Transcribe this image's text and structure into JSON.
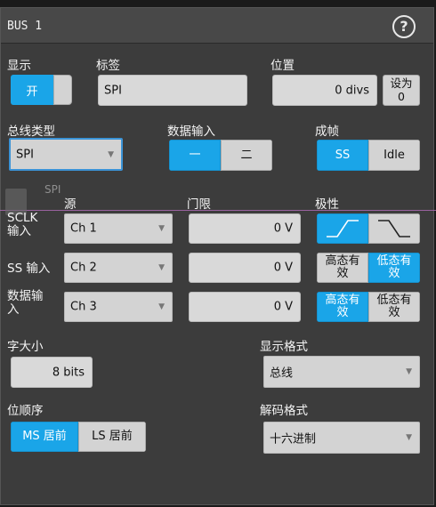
{
  "window": {
    "title": "BUS 1",
    "help_icon": "question-circle-icon"
  },
  "display": {
    "label": "显示",
    "toggle_label": "开"
  },
  "tag": {
    "label": "标签",
    "value": "SPI"
  },
  "position": {
    "label": "位置",
    "value": "0 divs",
    "set_zero_label": "设为\n0"
  },
  "bus_type": {
    "label": "总线类型",
    "value": "SPI"
  },
  "data_inputs": {
    "label": "数据输入",
    "options": [
      "一",
      "二"
    ],
    "selected": "一"
  },
  "framing": {
    "label": "成帧",
    "options": [
      "SS",
      "Idle"
    ],
    "selected": "SS"
  },
  "ghost_label": "SPI",
  "columns": {
    "source": "源",
    "threshold": "门限",
    "polarity": "极性"
  },
  "signals": [
    {
      "label": "SCLK\n输入",
      "source": "Ch 1",
      "threshold": "0 V",
      "polarity": [
        "rising-edge-icon",
        "falling-edge-icon"
      ],
      "selected": 0
    },
    {
      "label": "SS 输入",
      "source": "Ch 2",
      "threshold": "0 V",
      "polarity": [
        "高态有\n效",
        "低态有\n效"
      ],
      "selected": 1
    },
    {
      "label": "数据输\n入",
      "source": "Ch 3",
      "threshold": "0 V",
      "polarity": [
        "高态有\n效",
        "低态有\n效"
      ],
      "selected": 0
    }
  ],
  "word_size": {
    "label": "字大小",
    "value": "8 bits"
  },
  "display_format": {
    "label": "显示格式",
    "value": "总线"
  },
  "bit_order": {
    "label": "位顺序",
    "options": [
      "MS 居前",
      "LS 居前"
    ],
    "selected": "MS 居前"
  },
  "decode_format": {
    "label": "解码格式",
    "value": "十六进制"
  },
  "colors": {
    "accent": "#1aa5e8",
    "panel": "#3c3c3c",
    "field": "#d3d3d3",
    "marker_line": "#b06bb8"
  }
}
